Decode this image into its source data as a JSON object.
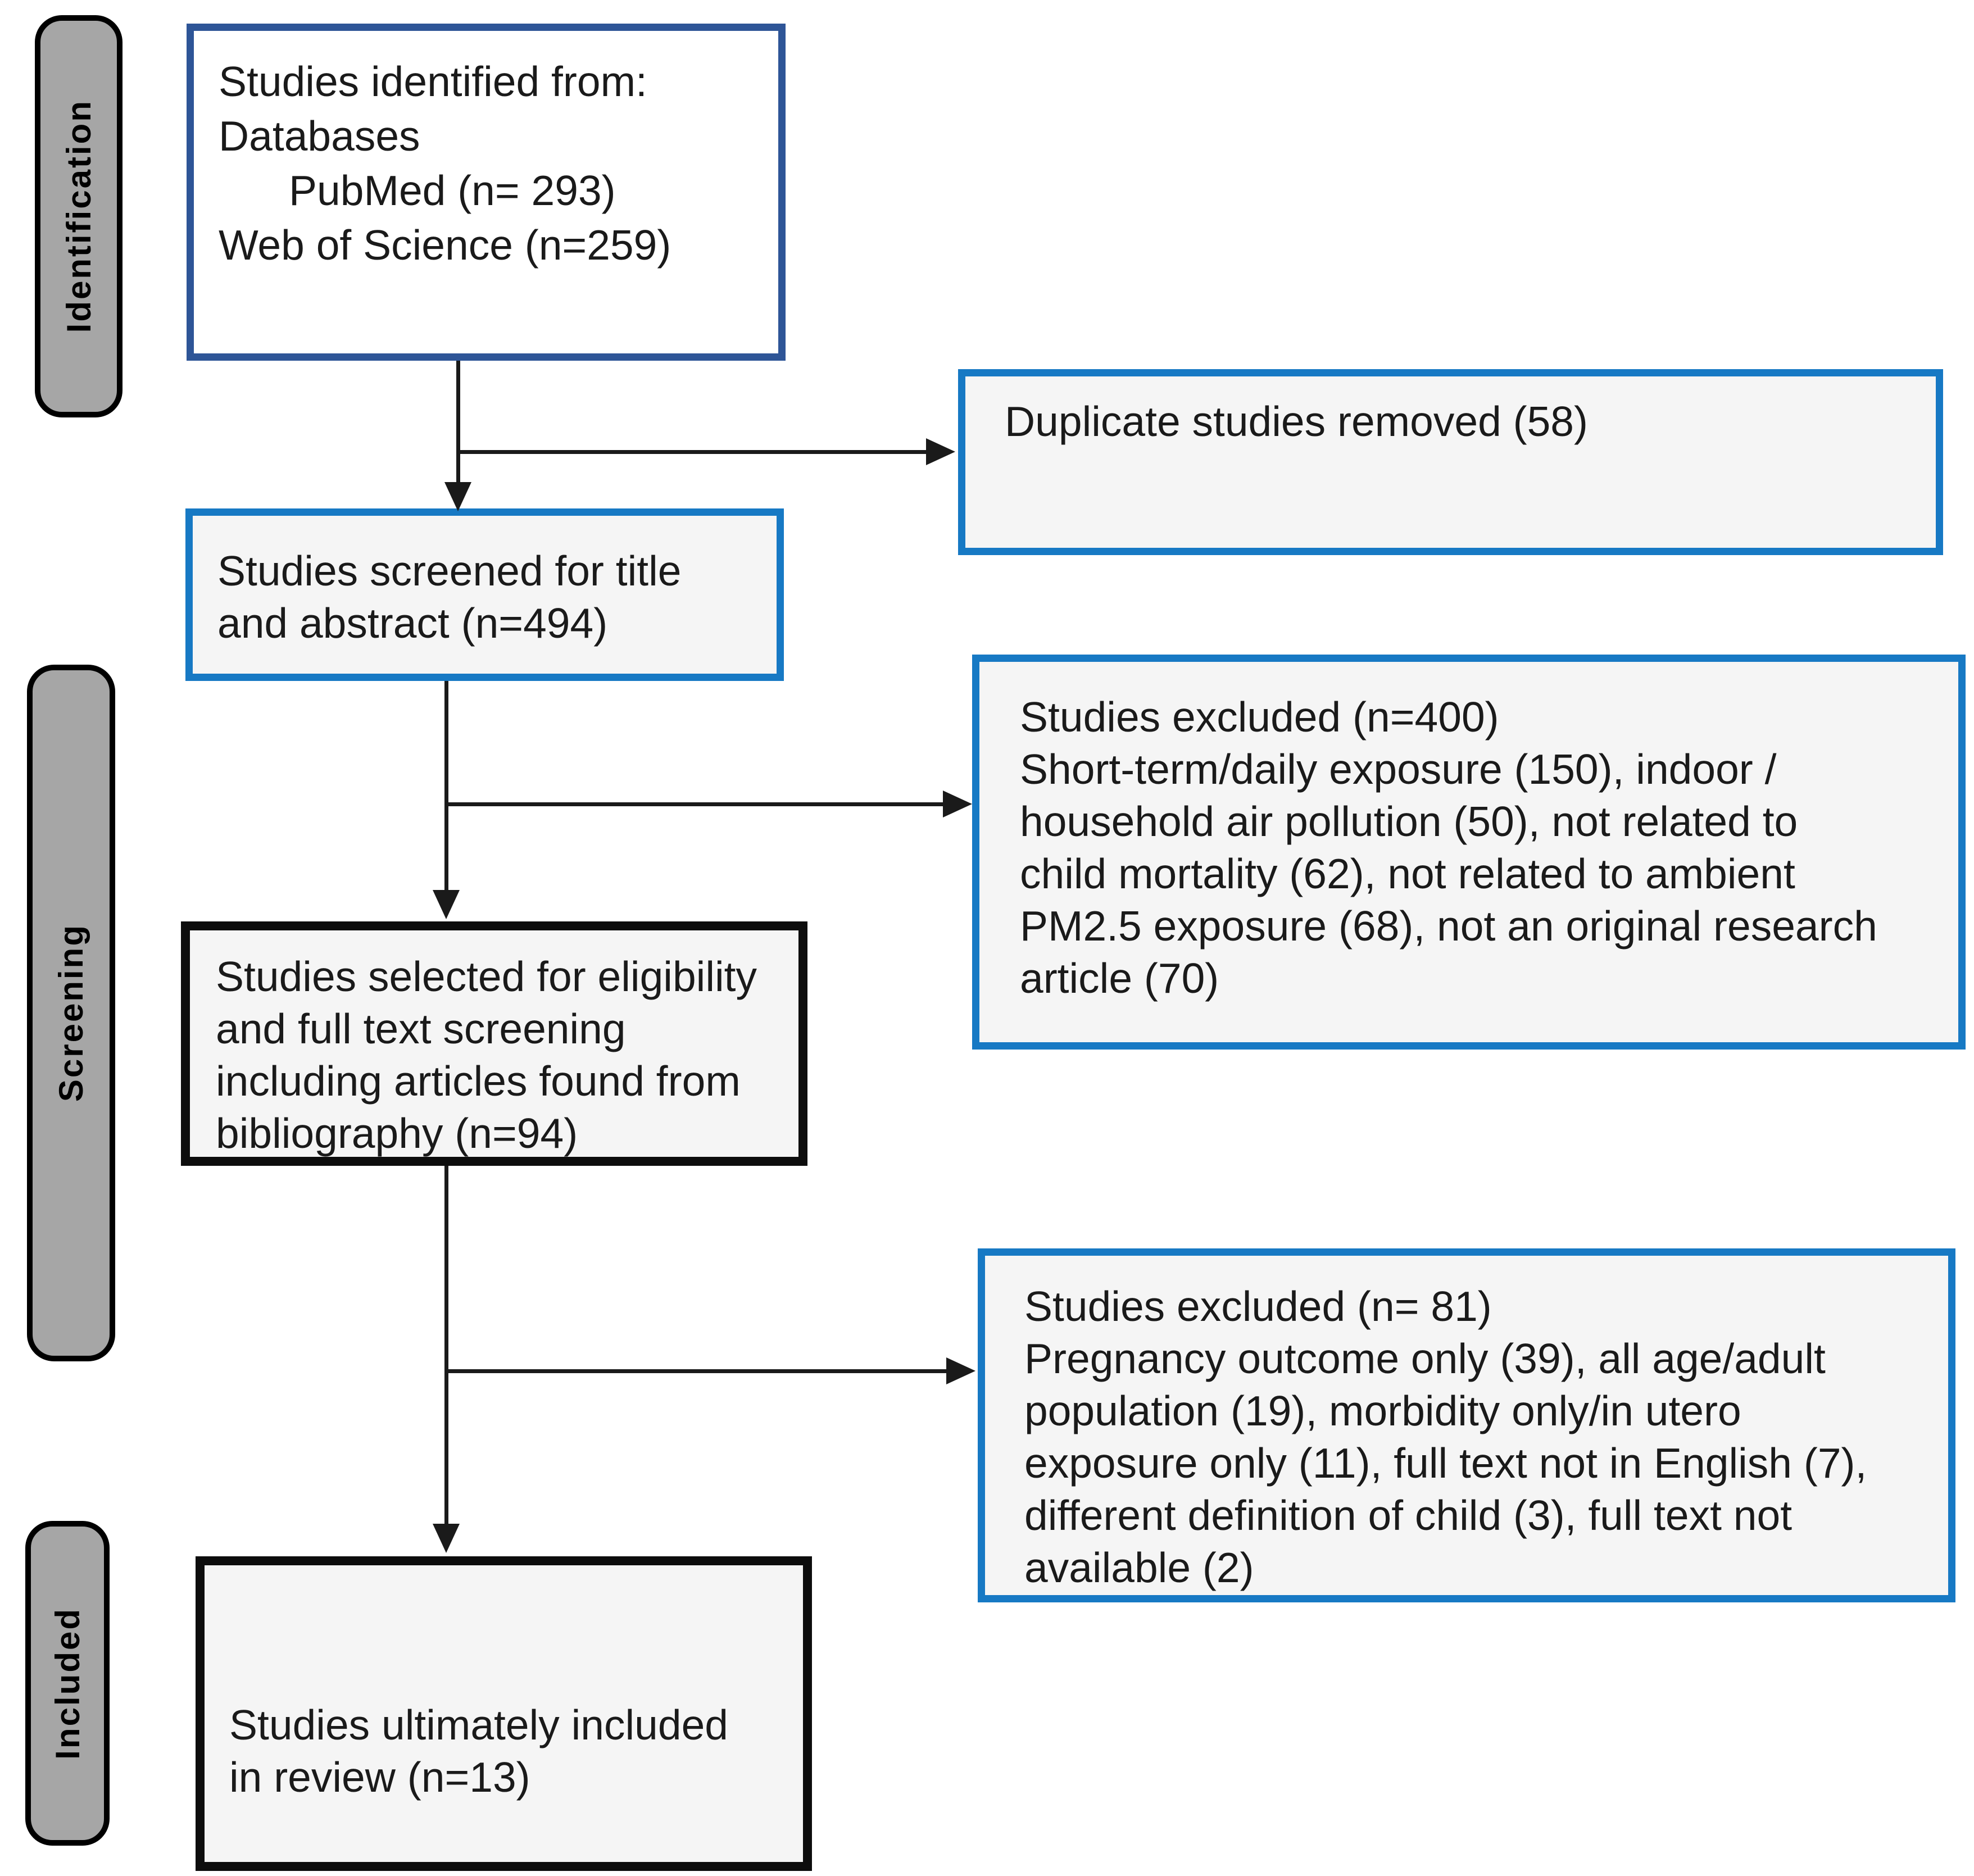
{
  "title": "PRISMA study selection flow diagram",
  "stages": [
    {
      "id": "identification",
      "label": "Identification"
    },
    {
      "id": "screening",
      "label": "Screening"
    },
    {
      "id": "included",
      "label": "Included"
    }
  ],
  "boxes": [
    {
      "id": "studies-identified",
      "text": "Studies identified from:\nDatabases\n      PubMed (n= 293)\nWeb of Science (n=259)"
    },
    {
      "id": "duplicates-removed",
      "text": "Duplicate studies removed (58)"
    },
    {
      "id": "title-abstract-screened",
      "text": "Studies screened for title\nand abstract (n=494)"
    },
    {
      "id": "excluded-screening",
      "text": "Studies excluded (n=400)\nShort-term/daily exposure (150), indoor /\nhousehold air pollution (50), not related to\nchild mortality (62), not related to ambient\nPM2.5 exposure (68), not an original research\narticle (70)"
    },
    {
      "id": "eligibility-full-text",
      "text": "Studies selected for eligibility\nand full text screening\nincluding articles found from\nbibliography (n=94)"
    },
    {
      "id": "excluded-full-text",
      "text": "Studies excluded (n= 81)\nPregnancy outcome only (39), all age/adult\npopulation (19), morbidity only/in utero\nexposure only (11), full text not in English (7),\ndifferent definition of child (3), full text not\navailable (2)"
    },
    {
      "id": "ultimately-included",
      "text": "Studies ultimately included\nin review (n=13)"
    }
  ],
  "colors": {
    "navy_border": "#2e5597",
    "blue_border": "#1779c4",
    "black_border": "#0d0d0d",
    "box_fill": "#f5f5f5",
    "white_fill": "#ffffff",
    "stage_fill": "#a6a6a6",
    "arrow": "#1a1a1a"
  }
}
